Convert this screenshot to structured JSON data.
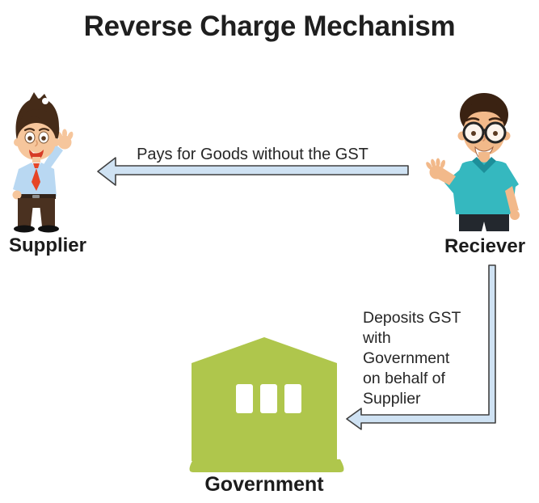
{
  "title": "Reverse Charge Mechanism",
  "nodes": {
    "supplier": {
      "label": "Supplier",
      "icon": "businessman-waving-figure"
    },
    "receiver": {
      "label": "Reciever",
      "icon": "man-with-glasses-figure"
    },
    "government": {
      "label": "Government",
      "icon": "government-building"
    }
  },
  "flows": {
    "payment": {
      "label": "Pays for Goods without the GST",
      "from": "Reciever",
      "to": "Supplier"
    },
    "gst_deposit": {
      "label": "Deposits GST\nwith\nGovernment\non behalf of\nSupplier",
      "from": "Reciever",
      "to": "Government"
    }
  },
  "colors": {
    "arrow_fill": "#cfe2f3",
    "arrow_stroke": "#404040",
    "building_green": "#afc64c",
    "window_white": "#ffffff",
    "supplier_shirt": "#b9d8f2",
    "supplier_tie": "#e64526",
    "receiver_shirt": "#35b8bf",
    "text_dark": "#1c1c1c"
  }
}
